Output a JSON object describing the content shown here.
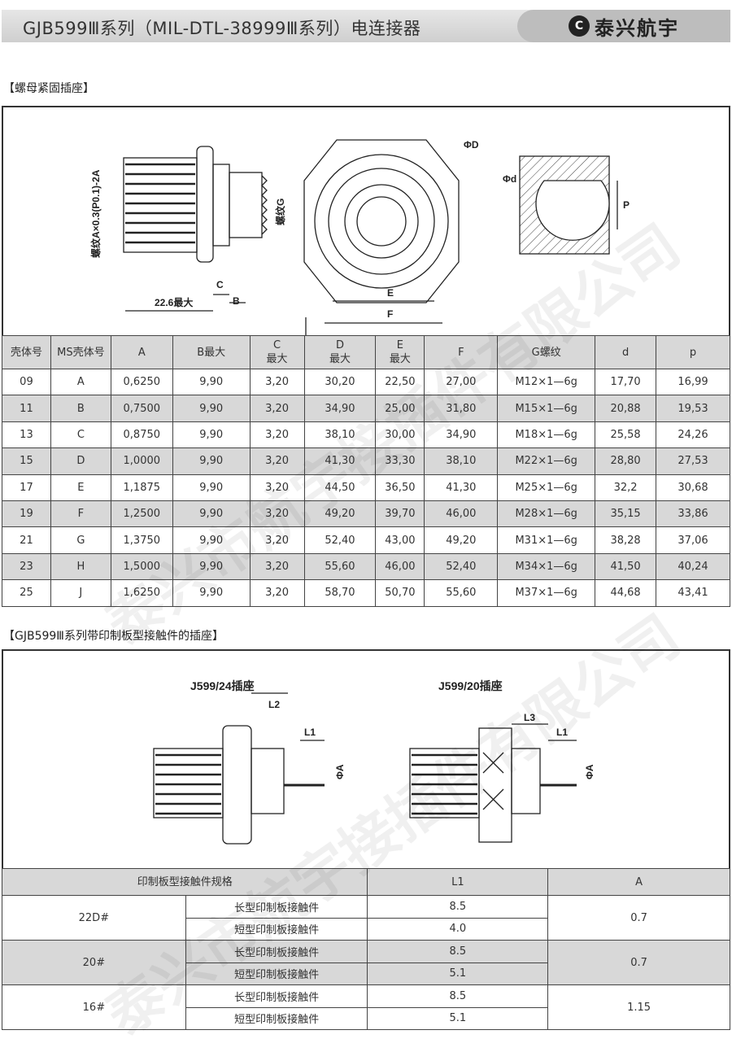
{
  "header": {
    "title": "GJB599Ⅲ系列（MIL-DTL-38999Ⅲ系列）电连接器",
    "logo_text": "泰兴航宇"
  },
  "section1": {
    "title": "【螺母紧固插座】",
    "drawing_labels": {
      "thread_a": "螺纹A×0.3(P0.1)-2A",
      "thread_g": "螺纹G",
      "c": "C",
      "b": "B",
      "len": "22.6最大",
      "phi_D": "ΦD",
      "phi_d": "Φd",
      "e": "E",
      "f": "F",
      "p": "P"
    },
    "table": {
      "headers": [
        "壳体号",
        "MS壳体号",
        "A",
        "B最大",
        "C\n最大",
        "D\n最大",
        "E\n最大",
        "F",
        "G螺纹",
        "d",
        "p"
      ],
      "header_lines": [
        [
          "壳体号"
        ],
        [
          "MS壳体号"
        ],
        [
          "A"
        ],
        [
          "B最大"
        ],
        [
          "C",
          "最大"
        ],
        [
          "D",
          "最大"
        ],
        [
          "E",
          "最大"
        ],
        [
          "F"
        ],
        [
          "G螺纹"
        ],
        [
          "d"
        ],
        [
          "p"
        ]
      ],
      "rows": [
        [
          "09",
          "A",
          "0,6250",
          "9,90",
          "3,20",
          "30,20",
          "22,50",
          "27,00",
          "M12×1—6g",
          "17,70",
          "16,99"
        ],
        [
          "11",
          "B",
          "0,7500",
          "9,90",
          "3,20",
          "34,90",
          "25,00",
          "31,80",
          "M15×1—6g",
          "20,88",
          "19,53"
        ],
        [
          "13",
          "C",
          "0,8750",
          "9,90",
          "3,20",
          "38,10",
          "30,00",
          "34,90",
          "M18×1—6g",
          "25,58",
          "24,26"
        ],
        [
          "15",
          "D",
          "1,0000",
          "9,90",
          "3,20",
          "41,30",
          "33,30",
          "38,10",
          "M22×1—6g",
          "28,80",
          "27,53"
        ],
        [
          "17",
          "E",
          "1,1875",
          "9,90",
          "3,20",
          "44,50",
          "36,50",
          "41,30",
          "M25×1—6g",
          "32,2",
          "30,68"
        ],
        [
          "19",
          "F",
          "1,2500",
          "9,90",
          "3,20",
          "49,20",
          "39,70",
          "46,00",
          "M28×1—6g",
          "35,15",
          "33,86"
        ],
        [
          "21",
          "G",
          "1,3750",
          "9,90",
          "3,20",
          "52,40",
          "43,00",
          "49,20",
          "M31×1—6g",
          "38,28",
          "37,06"
        ],
        [
          "23",
          "H",
          "1,5000",
          "9,90",
          "3,20",
          "55,60",
          "46,00",
          "52,40",
          "M34×1—6g",
          "41,50",
          "40,24"
        ],
        [
          "25",
          "J",
          "1,6250",
          "9,90",
          "3,20",
          "58,70",
          "50,70",
          "55,60",
          "M37×1—6g",
          "44,68",
          "43,41"
        ]
      ]
    }
  },
  "section2": {
    "title": "【GJB599Ⅲ系列带印制板型接触件的插座】",
    "drawing_labels": {
      "left_title": "J599/24插座",
      "right_title": "J599/20插座",
      "l2": "L2",
      "l1": "L1",
      "l3": "L3",
      "phi_a": "ΦA"
    },
    "table": {
      "headers": [
        "印制板型接触件规格",
        "L1",
        "A"
      ],
      "groups": [
        {
          "size": "22D#",
          "a": "0.7",
          "rows": [
            {
              "type": "长型印制板接触件",
              "l1": "8.5"
            },
            {
              "type": "短型印制板接触件",
              "l1": "4.0"
            }
          ]
        },
        {
          "size": "20#",
          "a": "0.7",
          "rows": [
            {
              "type": "长型印制板接触件",
              "l1": "8.5"
            },
            {
              "type": "短型印制板接触件",
              "l1": "5.1"
            }
          ]
        },
        {
          "size": "16#",
          "a": "1.15",
          "rows": [
            {
              "type": "长型印制板接触件",
              "l1": "8.5"
            },
            {
              "type": "短型印制板接触件",
              "l1": "5.1"
            }
          ]
        }
      ]
    }
  }
}
